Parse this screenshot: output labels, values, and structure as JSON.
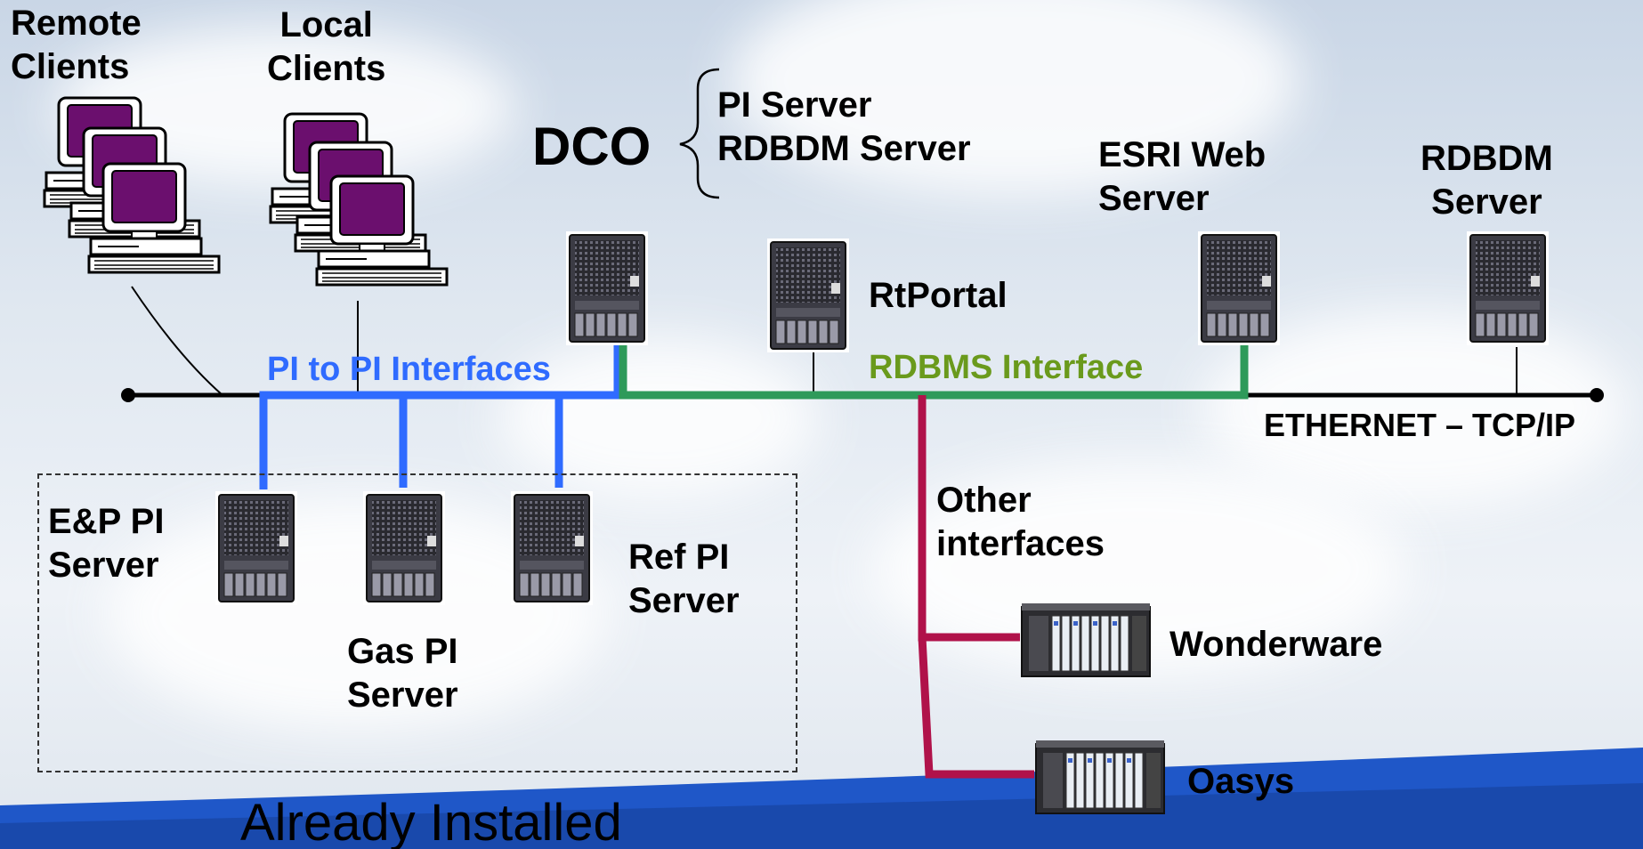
{
  "labels": {
    "remote_clients": [
      "Remote",
      "Clients"
    ],
    "local_clients": [
      "Local",
      "Clients"
    ],
    "dco": "DCO",
    "dco_items": [
      "PI Server",
      "RDBDM Server"
    ],
    "esri": [
      "ESRI Web",
      "Server"
    ],
    "rdbdm": [
      "RDBDM",
      "Server"
    ],
    "rtportal": "RtPortal",
    "pi_to_pi": "PI to PI Interfaces",
    "rdbms": "RDBMS Interface",
    "ethernet": "ETHERNET – TCP/IP",
    "other": [
      "Other",
      "interfaces"
    ],
    "ep_pi": [
      "E&P PI",
      "Server"
    ],
    "gas_pi": [
      "Gas PI",
      "Server"
    ],
    "ref_pi": [
      "Ref PI",
      "Server"
    ],
    "wonderware": "Wonderware",
    "oasys": "Oasys",
    "already_installed": "Already Installed"
  },
  "icons": {
    "server": "server-tower-icon",
    "plc": "plc-rack-icon",
    "client": "desktop-computer-icon"
  },
  "colors": {
    "ethernet_line": "#000000",
    "pi_to_pi": "#2f6bff",
    "rdbms": "#2e9a5a",
    "other_interfaces": "#b0124a",
    "monitor_screen": "#6b0f6e",
    "footer_band": "#1f57c8"
  }
}
